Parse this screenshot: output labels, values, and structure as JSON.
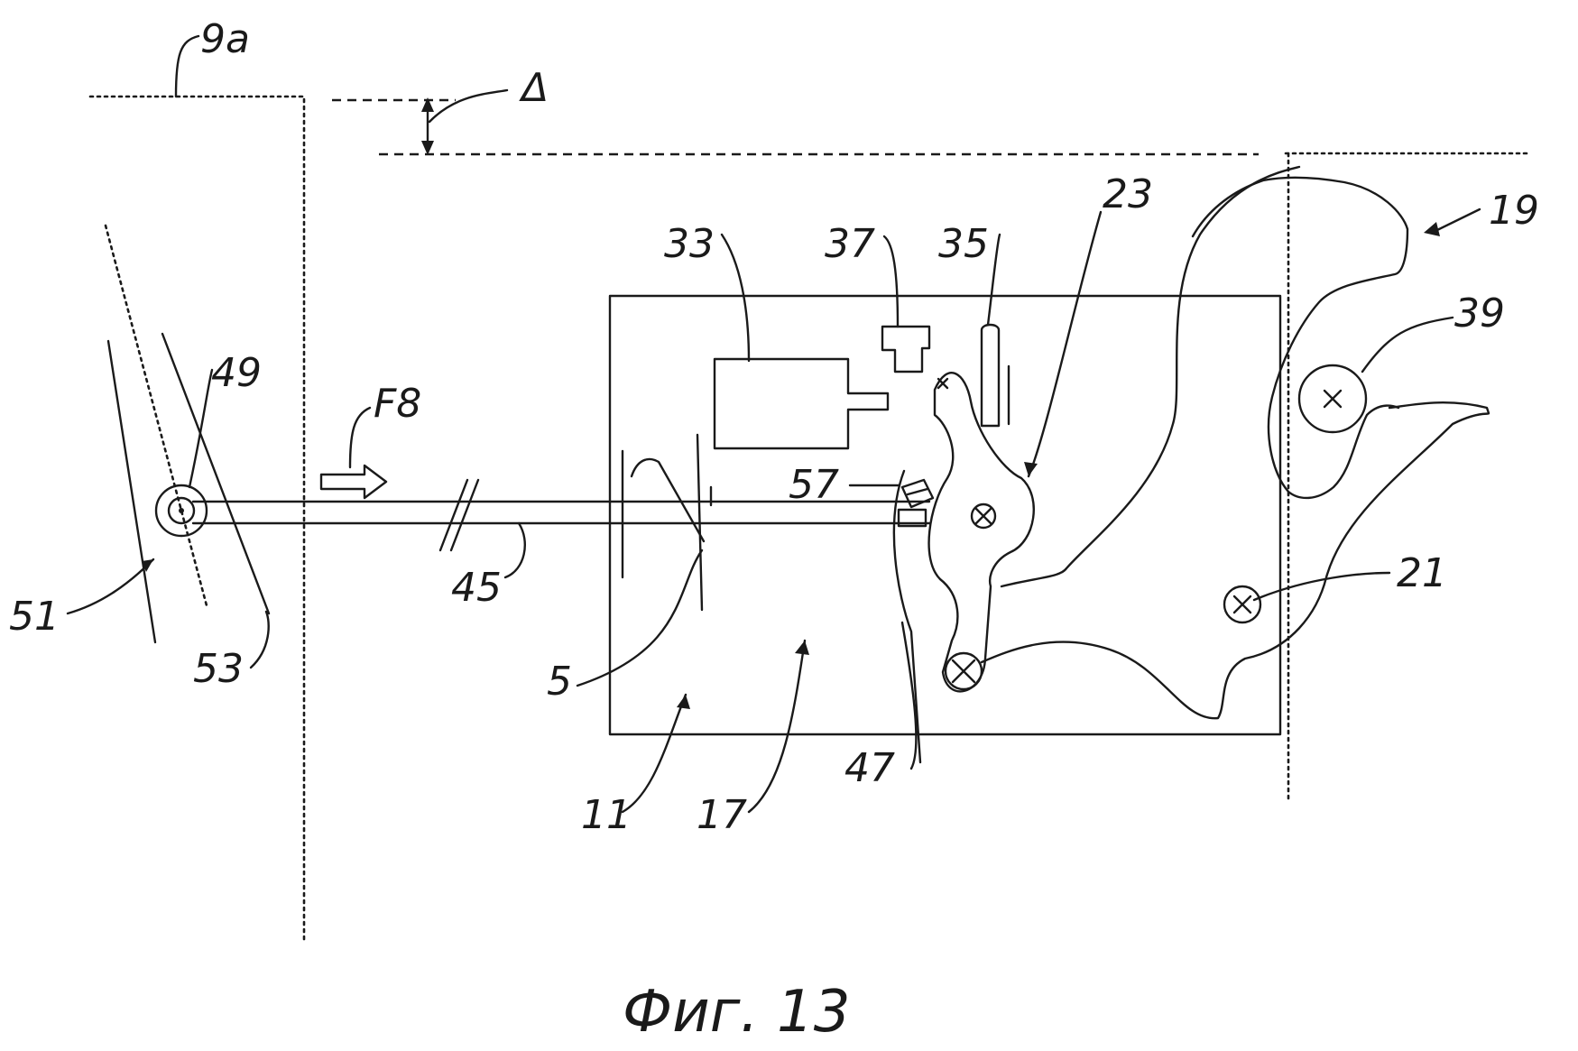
{
  "figure": {
    "caption": "Фиг. 13",
    "labels": {
      "l9a": "9a",
      "delta": "Δ",
      "l19": "19",
      "l23": "23",
      "l33": "33",
      "l37": "37",
      "l35": "35",
      "l39": "39",
      "l49": "49",
      "f8": "F8",
      "l57": "57",
      "l21": "21",
      "l51": "51",
      "l45": "45",
      "l53": "53",
      "l5": "5",
      "l47": "47",
      "l11": "11",
      "l17": "17"
    }
  }
}
